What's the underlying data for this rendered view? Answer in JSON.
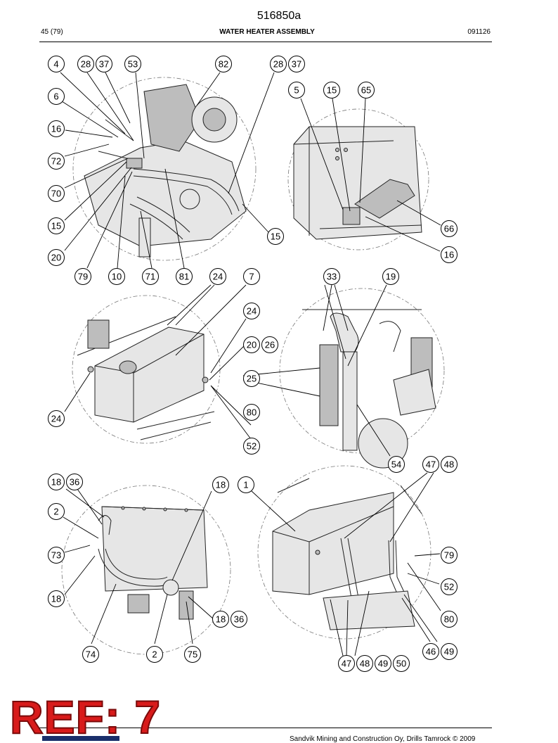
{
  "header": {
    "doc_number": "516850a",
    "page": "45 (79)",
    "title": "WATER HEATER ASSEMBLY",
    "code": "091126"
  },
  "footer": {
    "copyright": "Sandvik Mining and Construction Oy, Drills Tamrock © 2009"
  },
  "stamp": {
    "text": "REF: 7",
    "color": "#d81b1b"
  },
  "views": {
    "top_left": [
      "4",
      "28",
      "37",
      "53",
      "82",
      "6",
      "16",
      "72",
      "70",
      "15",
      "20",
      "79",
      "10",
      "71",
      "81",
      "15"
    ],
    "top_right": [
      "28",
      "37",
      "5",
      "15",
      "65",
      "66",
      "16"
    ],
    "middle_left": [
      "24",
      "7",
      "24",
      "20",
      "26",
      "25",
      "80",
      "52",
      "24"
    ],
    "middle_right": [
      "33",
      "19",
      "54"
    ],
    "bottom_left": [
      "18",
      "36",
      "2",
      "73",
      "18",
      "18",
      "18",
      "36",
      "74",
      "2",
      "75"
    ],
    "bottom_right": [
      "1",
      "47",
      "48",
      "79",
      "52",
      "80",
      "46",
      "49",
      "47",
      "48",
      "49",
      "50"
    ]
  }
}
